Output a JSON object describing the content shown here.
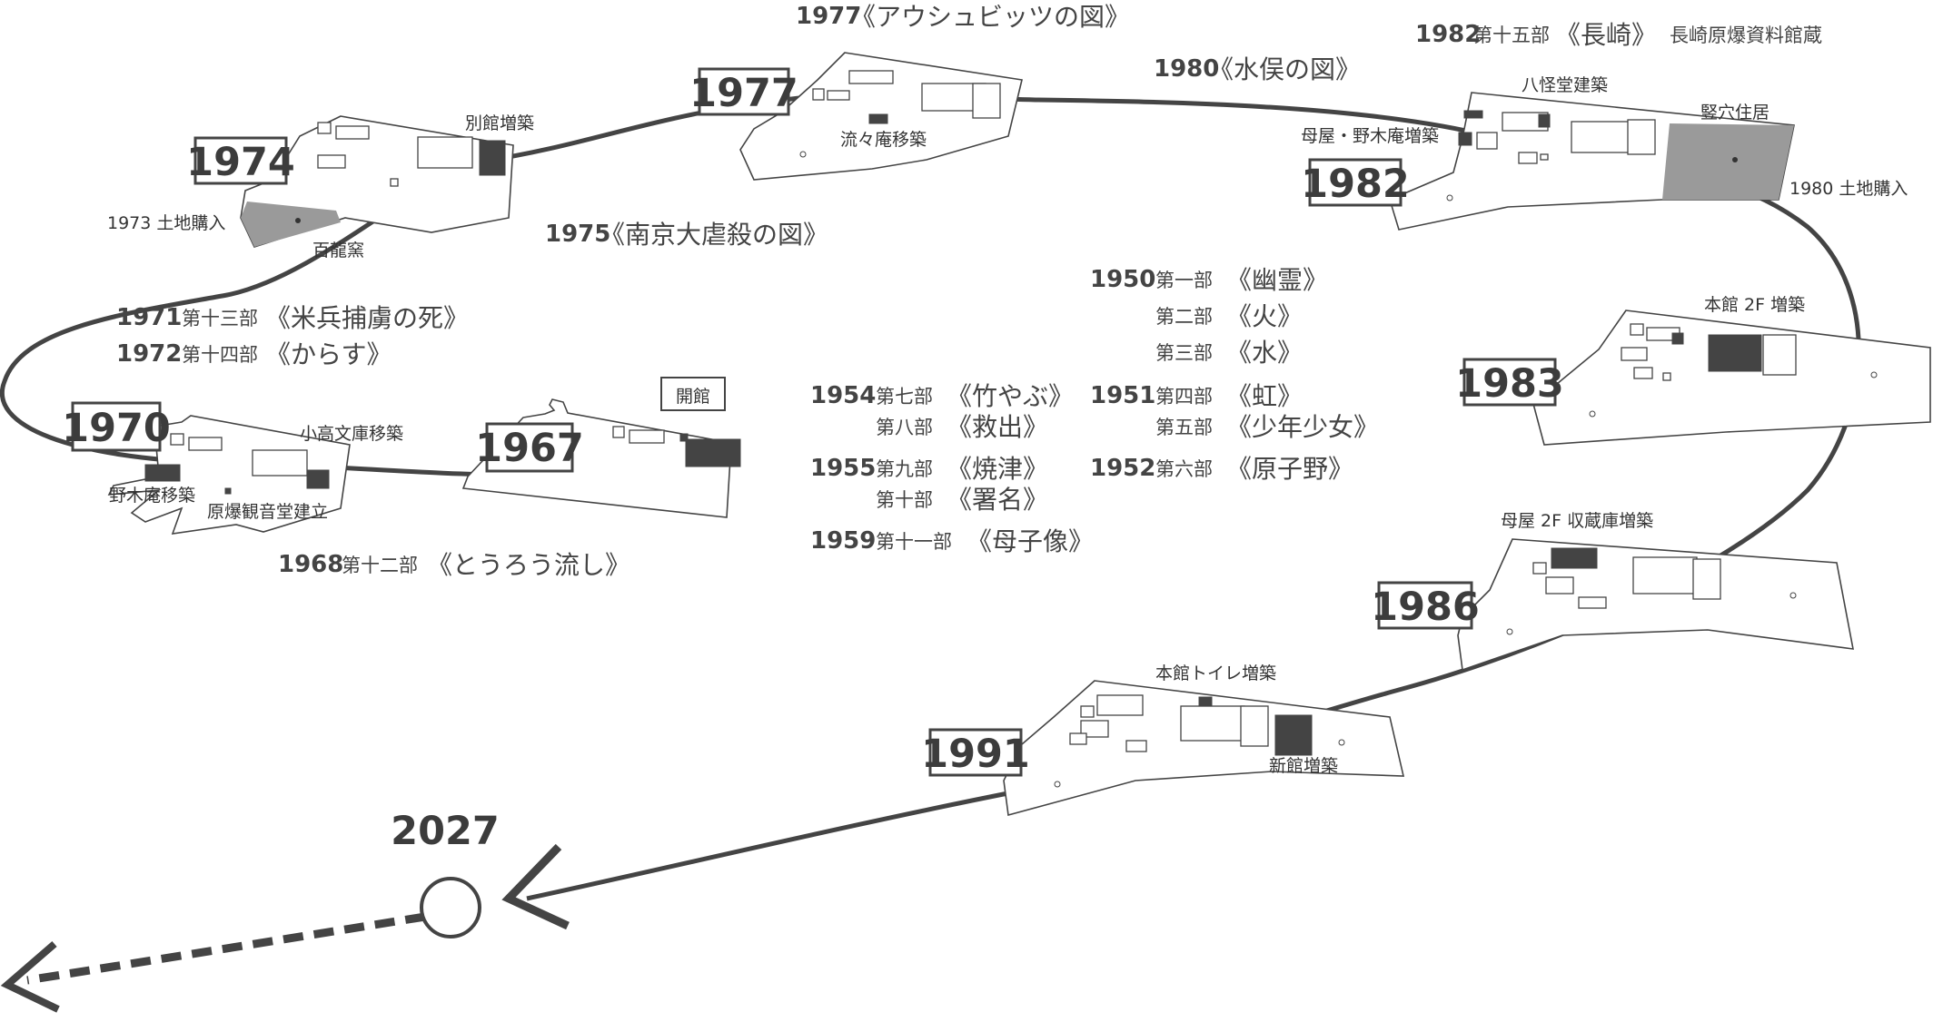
{
  "future": {
    "year": "2027"
  },
  "stages": [
    {
      "year": "1967",
      "note": "開館"
    },
    {
      "year": "1970",
      "notes": [
        "小高文庫移築",
        "野木庵移築",
        "原爆観音堂建立"
      ]
    },
    {
      "year": "1974",
      "notes": [
        "別館増築",
        "1973 土地購入",
        "百龍窯"
      ]
    },
    {
      "year": "1977",
      "notes": [
        "流々庵移築"
      ]
    },
    {
      "year": "1982",
      "notes": [
        "八怪堂建築",
        "母屋・野木庵増築",
        "竪穴住居",
        "1980 土地購入"
      ]
    },
    {
      "year": "1983",
      "notes": [
        "本館 2F 増築"
      ]
    },
    {
      "year": "1986",
      "notes": [
        "母屋 2F 収蔵庫増築"
      ]
    },
    {
      "year": "1991",
      "notes": [
        "本館トイレ増築",
        "新館増築"
      ]
    }
  ],
  "works": {
    "y1977": {
      "year": "1977",
      "title": "《アウシュビッツの図》"
    },
    "y1980": {
      "year": "1980",
      "title": "《水俣の図》"
    },
    "y1982": {
      "year": "1982",
      "part": "第十五部",
      "title": "《長崎》",
      "note": "長崎原爆資料館蔵"
    },
    "y1975": {
      "year": "1975",
      "title": "《南京大虐殺の図》"
    },
    "y1971": {
      "year": "1971",
      "part": "第十三部",
      "title": "《米兵捕虜の死》"
    },
    "y1972": {
      "year": "1972",
      "part": "第十四部",
      "title": "《からす》"
    },
    "y1968": {
      "year": "1968",
      "part": "第十二部",
      "title": "《とうろう流し》"
    },
    "y1950": {
      "year": "1950",
      "items": [
        {
          "part": "第一部",
          "title": "《幽霊》"
        },
        {
          "part": "第二部",
          "title": "《火》"
        },
        {
          "part": "第三部",
          "title": "《水》"
        }
      ]
    },
    "y1951": {
      "year": "1951",
      "items": [
        {
          "part": "第四部",
          "title": "《虹》"
        },
        {
          "part": "第五部",
          "title": "《少年少女》"
        }
      ]
    },
    "y1952": {
      "year": "1952",
      "items": [
        {
          "part": "第六部",
          "title": "《原子野》"
        }
      ]
    },
    "y1954": {
      "year": "1954",
      "items": [
        {
          "part": "第七部",
          "title": "《竹やぶ》"
        },
        {
          "part": "第八部",
          "title": "《救出》"
        }
      ]
    },
    "y1955": {
      "year": "1955",
      "items": [
        {
          "part": "第九部",
          "title": "《焼津》"
        },
        {
          "part": "第十部",
          "title": "《署名》"
        }
      ]
    },
    "y1959": {
      "year": "1959",
      "items": [
        {
          "part": "第十一部",
          "title": "《母子像》"
        }
      ]
    }
  },
  "colors": {
    "line": "#444444",
    "land": "#9a9a9a",
    "new_building": "#444444"
  }
}
